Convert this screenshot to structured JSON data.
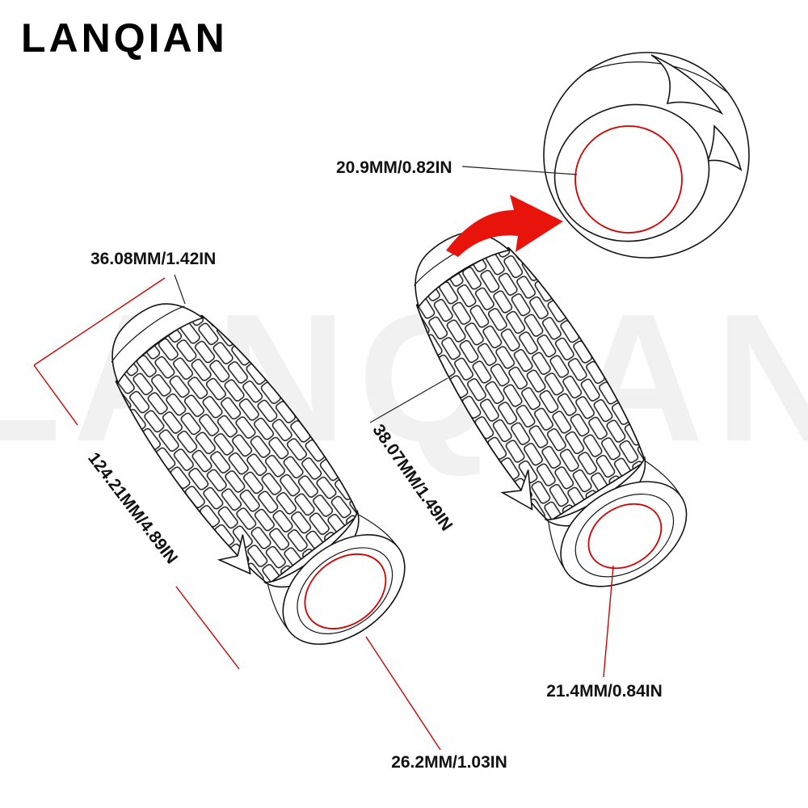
{
  "brand": {
    "logo_text": "LANQIAN"
  },
  "watermark_text": "LANQIAN",
  "colors": {
    "background": "#ffffff",
    "line_black": "#141414",
    "accent_red": "#d40000",
    "arrow_red": "#e8140c"
  },
  "labels": {
    "detail_bore": "20.9MM/0.82IN",
    "left_outer_diameter": "36.08MM/1.42IN",
    "grip_length": "124.21MM/4.89IN",
    "right_outer_diameter": "38.07MM/1.49IN",
    "left_bore": "26.2MM/1.03IN",
    "right_bore": "21.4MM/0.84IN"
  }
}
